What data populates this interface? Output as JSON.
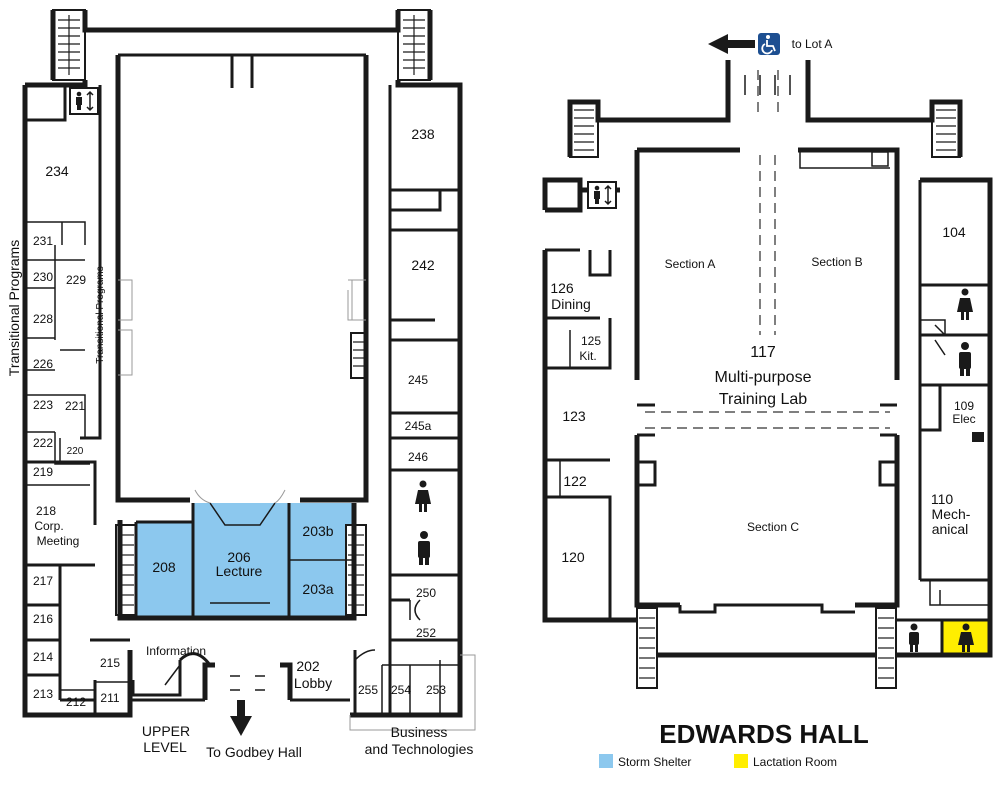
{
  "building_name": "EDWARDS HALL",
  "colors": {
    "storm_shelter": "#8cc8ee",
    "lactation_room": "#ffee00",
    "wall": "#1a1a1a",
    "accessible": "#1d4f91"
  },
  "legend": [
    {
      "label": "Storm Shelter",
      "color": "#8cc8ee"
    },
    {
      "label": "Lactation Room",
      "color": "#ffee00"
    }
  ],
  "upper_level": {
    "level_label": [
      "UPPER",
      "LEVEL"
    ],
    "directions": {
      "godbey": "To Godbey Hall",
      "business": [
        "Business",
        "and",
        "Technologies"
      ],
      "information": "Information",
      "vertical_label": "Transitional Programs",
      "vertical_label_inner": "Transitional Programs"
    },
    "rooms": {
      "r234": "234",
      "r231": "231",
      "r230": "230",
      "r229": "229",
      "r228": "228",
      "r226": "226",
      "r223": "223",
      "r221": "221",
      "r222": "222",
      "r220": "220",
      "r219": "219",
      "r218": [
        "218",
        "Corp.",
        "Meeting"
      ],
      "r217": "217",
      "r216": "216",
      "r214": "214",
      "r213": "213",
      "r212": "212",
      "r211": "211",
      "r215": "215",
      "r208": "208",
      "r206": [
        "206",
        "Lecture"
      ],
      "r203b": "203b",
      "r203a": "203a",
      "r238": "238",
      "r242": "242",
      "r245": "245",
      "r245a": "245a",
      "r246": "246",
      "r250": "250",
      "r252": "252",
      "r255": "255",
      "r254": "254",
      "r253": "253",
      "r202": [
        "202",
        "Lobby"
      ]
    },
    "icons": [
      "elevator-icon",
      "restroom-women-icon",
      "restroom-men-icon",
      "arrow-down-icon"
    ]
  },
  "lower_level": {
    "directions": {
      "lot": "to Lot A"
    },
    "rooms": {
      "r104": "104",
      "r126": [
        "126",
        "Dining"
      ],
      "r125": [
        "125",
        "Kit."
      ],
      "r123": "123",
      "r122": "122",
      "r120": "120",
      "r117": [
        "117",
        "Multi-purpose",
        "Training Lab"
      ],
      "sectionA": "Section A",
      "sectionB": "Section B",
      "sectionC": "Section C",
      "r109": [
        "109",
        "Elec"
      ],
      "r110": [
        "110",
        "Mech-",
        "anical"
      ]
    },
    "icons": [
      "accessible-icon",
      "arrow-left-icon",
      "elevator-icon",
      "restroom-women-icon",
      "restroom-men-icon"
    ]
  }
}
